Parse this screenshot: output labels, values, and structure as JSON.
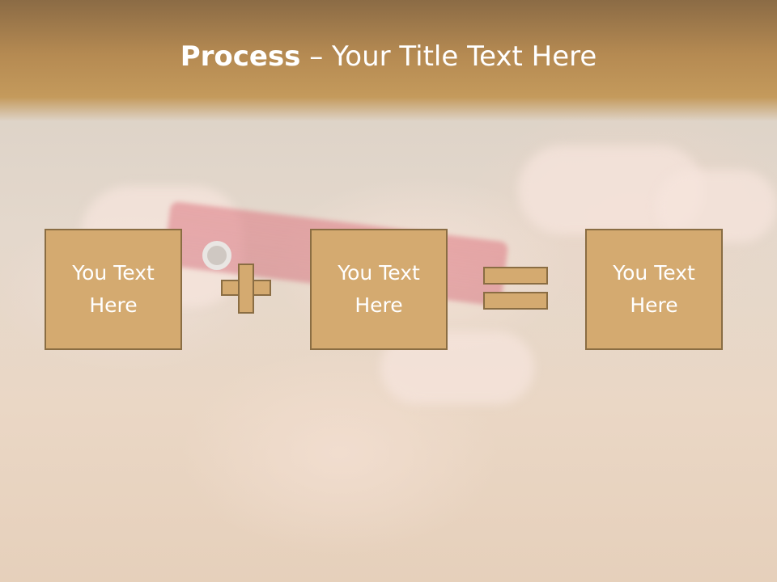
{
  "title": {
    "bold": "Process",
    "rest": " – Your Title Text Here"
  },
  "boxes": [
    {
      "text": "You Text Here"
    },
    {
      "text": "You Text Here"
    },
    {
      "text": "You Text Here"
    }
  ],
  "operators": [
    "plus-icon",
    "equals-icon"
  ],
  "colors": {
    "header": "#b58a52",
    "box_fill": "#d4aa70",
    "box_border": "#8a6d43",
    "text": "#ffffff"
  }
}
